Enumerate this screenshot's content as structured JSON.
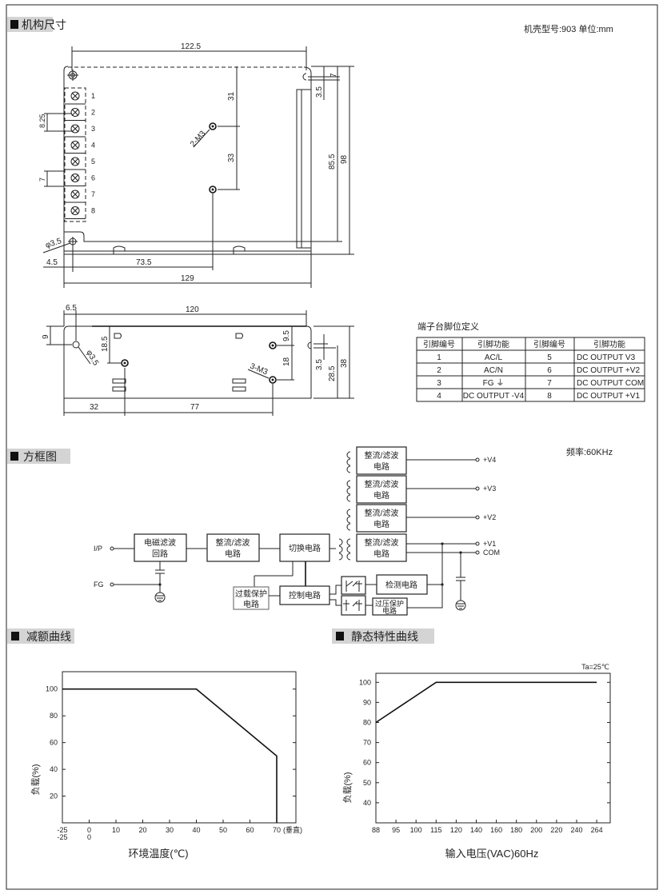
{
  "sections": {
    "mechanical": "机构尺寸",
    "block_diagram": "方框图",
    "derating": "减额曲线",
    "static": "静态特性曲线"
  },
  "case_info": "机壳型号:903 单位:mm",
  "top_view": {
    "dims": [
      "122.5",
      "31",
      "33",
      "85.5",
      "98",
      "7",
      "3.5",
      "8.25",
      "7",
      "φ3.5",
      "4.5",
      "73.5",
      "129",
      "2-M3"
    ],
    "pins": [
      "1",
      "2",
      "3",
      "4",
      "5",
      "6",
      "7",
      "8"
    ]
  },
  "side_view": {
    "dims": [
      "6.5",
      "120",
      "9",
      "φ3.5",
      "18.5",
      "9.5",
      "18",
      "3-M3",
      "3.5",
      "28.5",
      "38",
      "32",
      "77"
    ]
  },
  "pin_table": {
    "title": "端子台脚位定义",
    "headers": [
      "引脚编号",
      "引脚功能",
      "引脚编号",
      "引脚功能"
    ],
    "rows": [
      [
        "1",
        "AC/L",
        "5",
        "DC OUTPUT V3"
      ],
      [
        "2",
        "AC/N",
        "6",
        "DC OUTPUT +V2"
      ],
      [
        "3",
        "FG ⏚",
        "7",
        "DC OUTPUT COM"
      ],
      [
        "4",
        "DC OUTPUT -V4",
        "8",
        "DC OUTPUT +V1"
      ]
    ]
  },
  "block": {
    "frequency": "频率:60KHz",
    "inputs": [
      "I/P",
      "FG"
    ],
    "outputs": [
      "+V4",
      "+V3",
      "+V2",
      "+V1",
      "COM"
    ],
    "emi": [
      "电磁滤波",
      "回路"
    ],
    "rect1": [
      "整流/滤波",
      "电路"
    ],
    "switch": "切换电路",
    "rect_out": [
      "整流/滤波",
      "电路"
    ],
    "overload": [
      "过载保护",
      "电路"
    ],
    "control": "控制电路",
    "detect": "检测电路",
    "ovp": [
      "过压保护",
      "电路"
    ]
  },
  "chart_data": [
    {
      "type": "line",
      "title": "减额曲线",
      "xlabel": "环境温度(℃)",
      "ylabel": "负载(%)",
      "x_ticks": [
        -25,
        0,
        10,
        20,
        30,
        40,
        50,
        60,
        70
      ],
      "x_ticks_second_row": [
        "-25",
        "0"
      ],
      "x_note": "(垂直)",
      "y_ticks": [
        20,
        40,
        60,
        80,
        100
      ],
      "ylim": [
        0,
        113
      ],
      "series": [
        {
          "name": "derating",
          "points": [
            [
              -25,
              100
            ],
            [
              40,
              100
            ],
            [
              70,
              50
            ],
            [
              70,
              0
            ]
          ]
        }
      ]
    },
    {
      "type": "line",
      "title": "静态特性曲线",
      "xlabel": "输入电压(VAC)60Hz",
      "ylabel": "负载(%)",
      "annotation": "Ta=25℃",
      "x_ticks": [
        88,
        95,
        100,
        115,
        120,
        140,
        160,
        180,
        200,
        220,
        240,
        264
      ],
      "y_ticks": [
        40,
        50,
        60,
        70,
        80,
        90,
        100
      ],
      "ylim": [
        30,
        104.5
      ],
      "series": [
        {
          "name": "static",
          "points": [
            [
              88,
              80
            ],
            [
              115,
              100
            ],
            [
              264,
              100
            ]
          ]
        }
      ]
    }
  ]
}
